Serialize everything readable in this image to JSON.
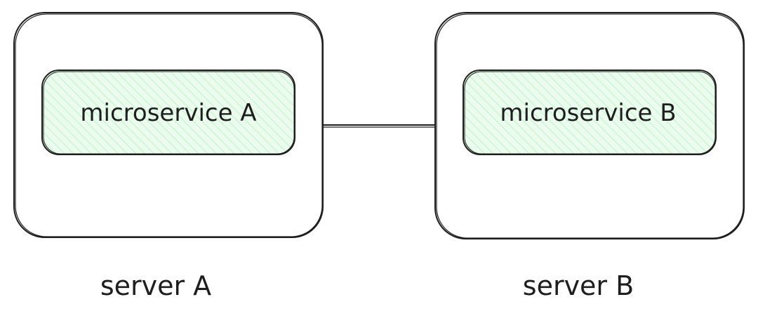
{
  "diagram": {
    "servers": [
      {
        "label": "server A",
        "service": "microservice A"
      },
      {
        "label": "server B",
        "service": "microservice B"
      }
    ],
    "colors": {
      "stroke": "#1e1e1e",
      "service_fill": "#ebfbee",
      "hatch": "#b2f2bb"
    }
  }
}
